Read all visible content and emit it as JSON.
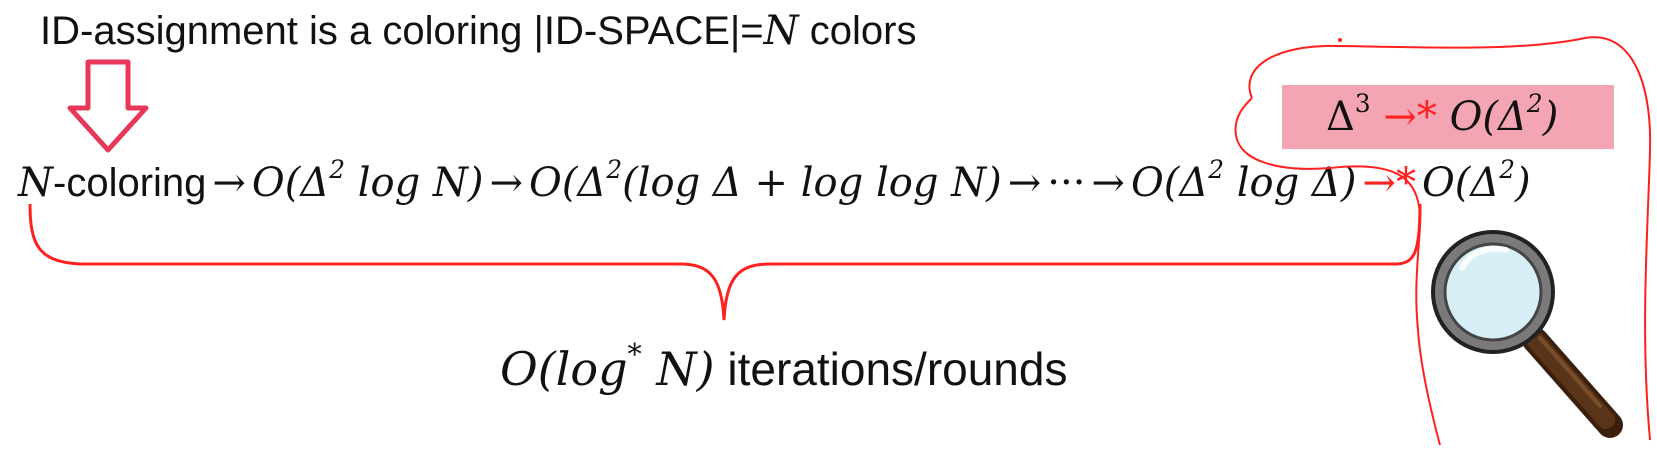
{
  "title": {
    "prefix": "ID-assignment is a coloring |ID-SPACE|=",
    "var": "N",
    "suffix": " colors"
  },
  "chain": {
    "start_var": "N",
    "start_text": "-coloring",
    "arrow": "→",
    "star_arrow": "→*",
    "ellipsis": "···",
    "steps": [
      {
        "head": "O(Δ",
        "exp": "2",
        "tail": " log N)"
      },
      {
        "head": "O(Δ",
        "exp": "2",
        "tail": "(log Δ +  log log N)"
      },
      {
        "head": "O(Δ",
        "exp": "2",
        "tail": " log Δ)"
      },
      {
        "head": "O(Δ",
        "exp": "2",
        "tail": ")"
      }
    ]
  },
  "highlight": {
    "left_base": "Δ",
    "left_exp": "3",
    "arrow": "→*",
    "right_head": "O(Δ",
    "right_exp": "2",
    "right_tail": ")"
  },
  "rounds": {
    "math_head": "O(log",
    "math_exp": "*",
    "math_tail": " N)",
    "text": " iterations/rounds"
  },
  "colors": {
    "annotation_red": "#ff2020",
    "arrow_outline": "#e8385a",
    "highlight_fill": "#f4a5b3",
    "magnifier_handle": "#5a3418",
    "magnifier_ring": "#7a7a7a",
    "magnifier_lens": "#d8eef6"
  },
  "icons": [
    "down-arrow-icon",
    "magnifier-icon"
  ]
}
